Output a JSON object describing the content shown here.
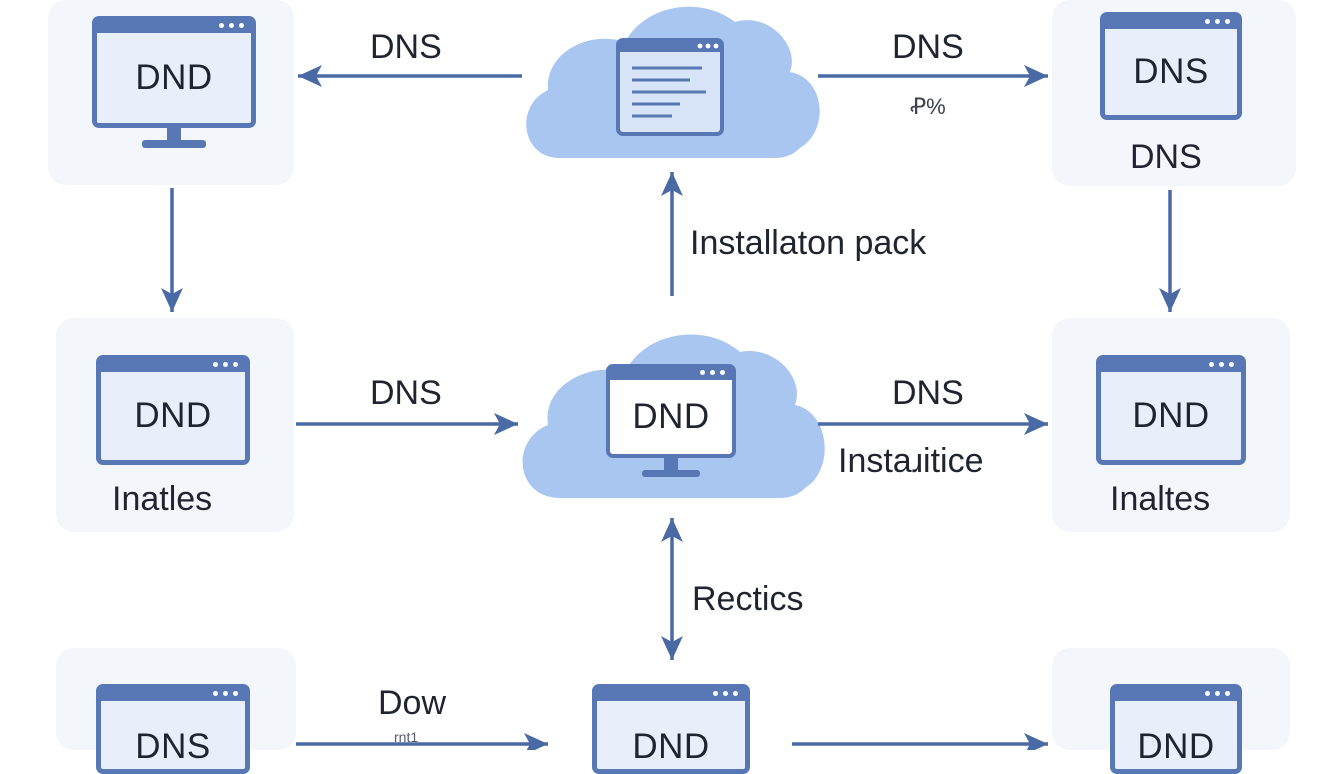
{
  "nodes": {
    "top_left": {
      "screen": "DND"
    },
    "top_right": {
      "screen": "DNS",
      "caption": "DNS"
    },
    "mid_left": {
      "screen": "DND",
      "caption": "Inatles"
    },
    "mid_center": {
      "screen": "DND"
    },
    "mid_right": {
      "screen": "DND",
      "caption": "Inaltes"
    },
    "bottom_left": {
      "screen": "DNS"
    },
    "bottom_center": {
      "screen": "DND"
    },
    "bottom_right": {
      "screen": "DND"
    }
  },
  "edges": {
    "top_to_left": {
      "label": "DNS"
    },
    "top_to_right": {
      "label": "DNS",
      "sublabel": "Ꝓ%"
    },
    "mid_up": {
      "label": "Installaton pack"
    },
    "mid_left_to_center": {
      "label": "DNS"
    },
    "mid_center_to_right": {
      "label": "DNS",
      "sublabel": "Instaɹitice"
    },
    "center_bidirectional": {
      "label": "Rectics"
    },
    "bottom_left_to_center": {
      "label": "Dow",
      "sublabel": "rnt1"
    }
  },
  "colors": {
    "line": "#4a6aa5",
    "cloud": "#a9c6f1",
    "window_border": "#5878b5",
    "window_fill": "#e8effa",
    "tile": "#f3f6fb"
  }
}
